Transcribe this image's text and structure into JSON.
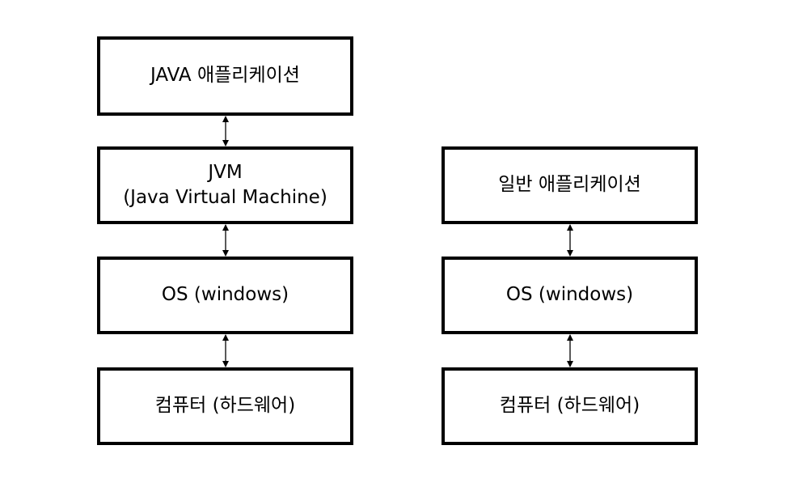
{
  "left_stack": [
    {
      "lines": [
        "JAVA 애플리케이션"
      ]
    },
    {
      "lines": [
        "JVM",
        "(Java Virtual Machine)"
      ]
    },
    {
      "lines": [
        "OS (windows)"
      ]
    },
    {
      "lines": [
        "컴퓨터 (하드웨어)"
      ]
    }
  ],
  "right_stack": [
    {
      "lines": [
        "일반 애플리케이션"
      ]
    },
    {
      "lines": [
        "OS (windows)"
      ]
    },
    {
      "lines": [
        "컴퓨터 (하드웨어)"
      ]
    }
  ]
}
